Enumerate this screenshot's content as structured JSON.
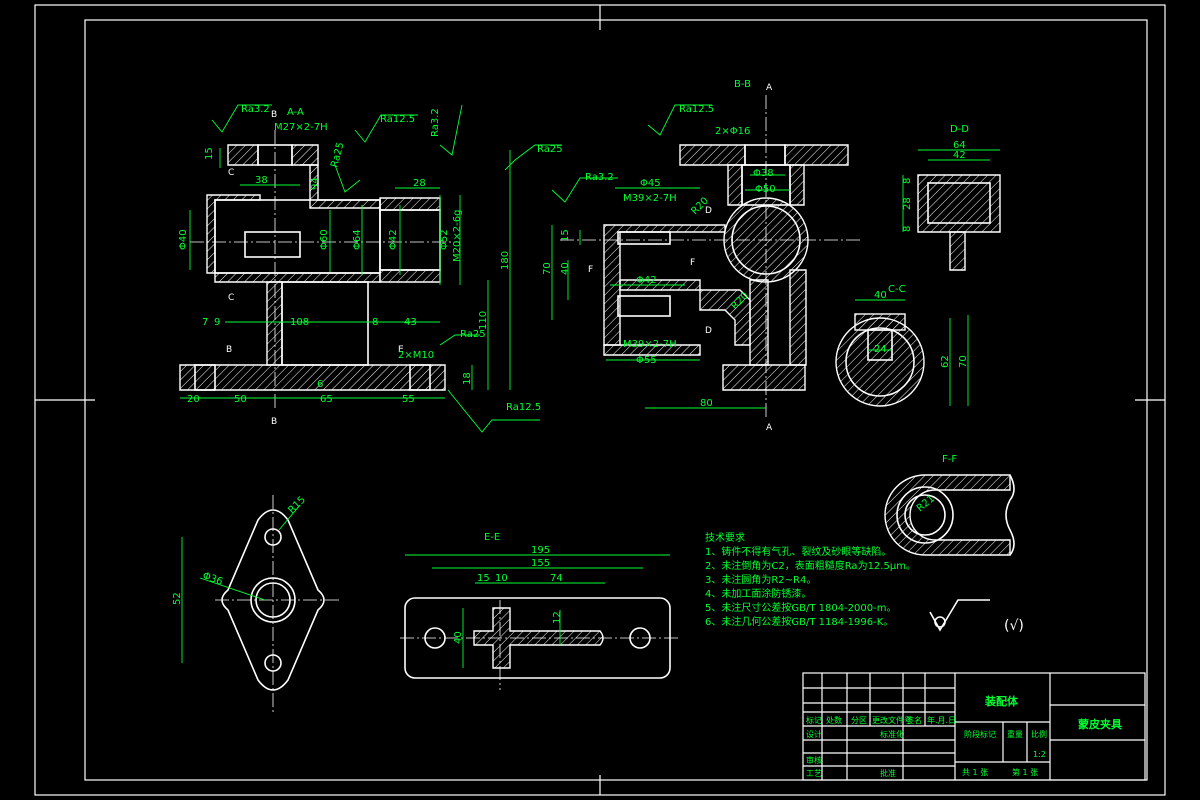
{
  "views": {
    "aa_label": "A-A",
    "bb_label": "B-B",
    "cc_label": "C-C",
    "dd_label": "D-D",
    "ee_label": "E-E",
    "ff_label": "F-F"
  },
  "section_marks": {
    "a": "A",
    "b": "B",
    "c": "C",
    "d": "D",
    "e": "E",
    "f": "F"
  },
  "roughness": {
    "ra32": "Ra3.2",
    "ra125": "Ra12.5",
    "ra25": "Ra25"
  },
  "threads": {
    "m27": "M27×2-7H",
    "m39": "M39×2-7H",
    "m39b": "M39×2-7H",
    "m20": "M20×2-6g",
    "holes_2x16": "2×Φ16",
    "holes_2x10": "2×M10"
  },
  "dims_aa": {
    "d15": "15",
    "d38": "38",
    "d94": "94",
    "d28": "28",
    "d40": "Φ40",
    "d60": "Φ60",
    "d64": "Φ64",
    "d42": "Φ42",
    "d52": "Φ52",
    "d180": "180",
    "d110": "110",
    "d7": "7",
    "d9": "9",
    "d108": "108",
    "d8": "8",
    "d43": "43",
    "d18": "18",
    "d20": "20",
    "d50": "50",
    "d65": "65",
    "d55": "55",
    "d6": "6"
  },
  "dims_bb_view": {
    "d45": "Φ45",
    "d38": "Φ38",
    "d50": "Φ50",
    "d15": "15",
    "d40": "40",
    "d70": "70",
    "d42": "Φ42",
    "d55": "Φ55",
    "d80": "80",
    "r20": "R20",
    "r20b": "R20"
  },
  "dims_dd": {
    "d64": "64",
    "d42": "42",
    "d8a": "8",
    "d28": "28",
    "d8b": "8"
  },
  "dims_cc": {
    "d40": "40",
    "d24": "24",
    "d62": "62",
    "d70": "70"
  },
  "dims_ff": {
    "r21": "R21"
  },
  "dims_flange": {
    "r15": "R15",
    "d36": "Φ36",
    "d52": "52"
  },
  "dims_ee": {
    "d195": "195",
    "d155": "155",
    "d15": "15",
    "d10": "10",
    "d74": "74",
    "d12": "12",
    "d40": "40"
  },
  "requirements": {
    "title": "技术要求",
    "items": [
      "1、铸件不得有气孔、裂纹及砂眼等缺陷。",
      "2、未注倒角为C2，表面粗糙度Ra为12.5μm。",
      "3、未注圆角为R2~R4。",
      "4、未加工面涂防锈漆。",
      "5、未注尺寸公差按GB/T 1804-2000-m。",
      "6、未注几何公差按GB/T 1184-1996-K。"
    ]
  },
  "symbols": {
    "rest": "(√)"
  },
  "title_block": {
    "part_name": "装配体",
    "drawing_name": "蒙皮夹具",
    "headers": [
      "标记",
      "处数",
      "分区",
      "更改文件号",
      "签名",
      "年.月.日"
    ],
    "design": "设计",
    "standardize": "标准化",
    "review": "审核",
    "process": "工艺",
    "approve": "批准",
    "stage_mark": "阶段标记",
    "weight": "重量",
    "scale_label": "比例",
    "scale": "1:2",
    "sheets_total": "共 1 张",
    "sheet_no": "第 1 张"
  },
  "colors": {
    "line": "#ffffff",
    "dimension": "#00ff33",
    "background": "#000000"
  }
}
